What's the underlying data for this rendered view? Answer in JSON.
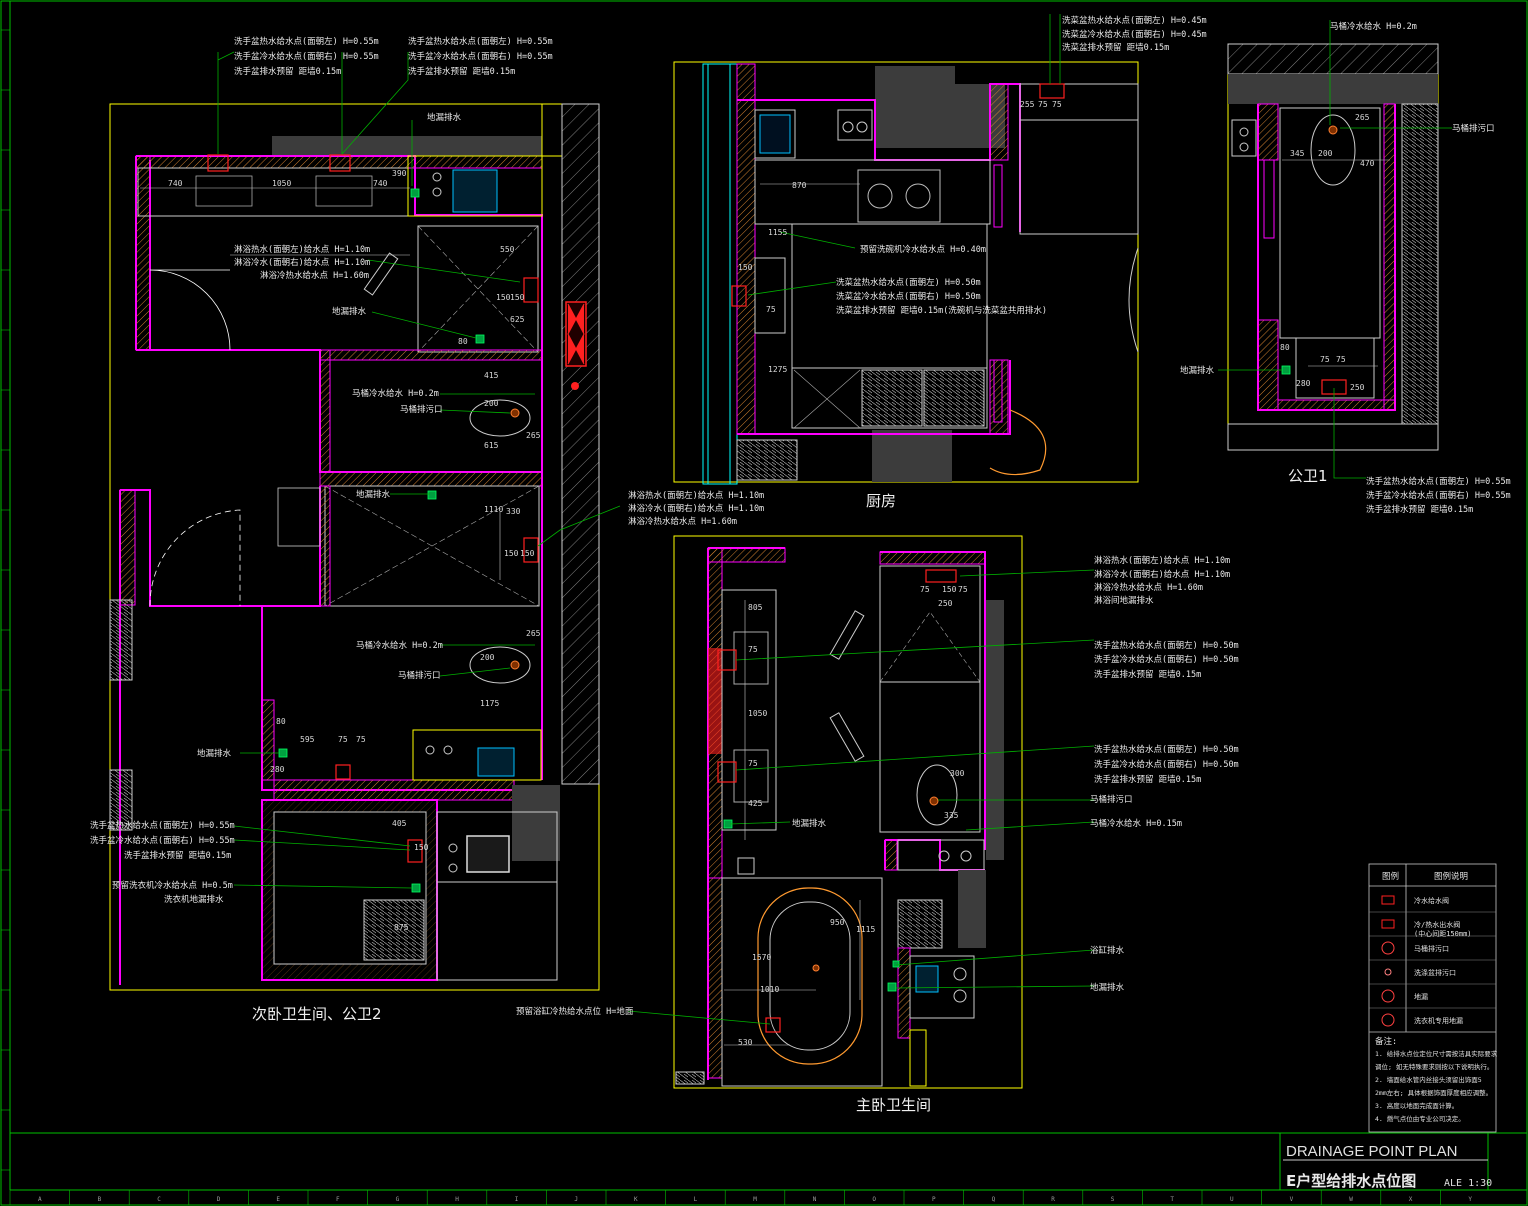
{
  "drawing": {
    "title_en": "DRAINAGE POINT PLAN",
    "title_cn": "E户型给排水点位图",
    "scale": "ALE 1:30"
  },
  "rooms": {
    "secondary_bath": "次卧卫生间、公卫2",
    "kitchen": "厨房",
    "public_bath1": "公卫1",
    "master_bath": "主卧卫生间"
  },
  "annotations": {
    "sb_basin_left": [
      "洗手盆热水给水点(面朝左) H=0.55m",
      "洗手盆冷水给水点(面朝右) H=0.55m",
      "洗手盆排水预留 距墙0.15m"
    ],
    "sb_basin_right": [
      "洗手盆热水给水点(面朝左) H=0.55m",
      "洗手盆冷水给水点(面朝右) H=0.55m",
      "洗手盆排水预留 距墙0.15m"
    ],
    "sb_floor_drain_top": "地漏排水",
    "sb_shower": [
      "淋浴热水(面朝左)给水点 H=1.10m",
      "淋浴冷水(面朝右)给水点 H=1.10m",
      "淋浴冷热水给水点 H=1.60m"
    ],
    "sb_floor_drain_mid": "地漏排水",
    "sb_toilet_cold": "马桶冷水给水 H=0.2m",
    "sb_toilet_drain": "马桶排污口",
    "sb_floor_drain_2": "地漏排水",
    "sb_shower2": [
      "淋浴热水(面朝左)给水点 H=1.10m",
      "淋浴冷水(面朝右)给水点 H=1.10m",
      "淋浴冷热水给水点 H=1.60m"
    ],
    "sb_toilet2_cold": "马桶冷水给水 H=0.2m",
    "sb_toilet2_drain": "马桶排污口",
    "sb_floor_drain_3": "地漏排水",
    "sb_basin_bottom": [
      "洗手盆热水给水点(面朝左) H=0.55m",
      "洗手盆冷水给水点(面朝右) H=0.55m",
      "洗手盆排水预留 距墙0.15m"
    ],
    "sb_washer": [
      "预留洗衣机冷水给水点 H=0.5m",
      "洗衣机地漏排水"
    ],
    "k_sink_top": [
      "洗菜盆热水给水点(面朝左) H=0.45m",
      "洗菜盆冷水给水点(面朝右) H=0.45m",
      "洗菜盆排水预留 距墙0.15m"
    ],
    "k_dishwasher": "预留洗碗机冷水给水点 H=0.40m",
    "k_sink": [
      "洗菜盆热水给水点(面朝左) H=0.50m",
      "洗菜盆冷水给水点(面朝右) H=0.50m",
      "洗菜盆排水预留 距墙0.15m(洗碗机与洗菜盆共用排水)"
    ],
    "pb1_toilet_cold": "马桶冷水给水 H=0.2m",
    "pb1_toilet_drain": "马桶排污口",
    "pb1_floor_drain": "地漏排水",
    "pb1_basin": [
      "洗手盆热水给水点(面朝左) H=0.55m",
      "洗手盆冷水给水点(面朝右) H=0.55m",
      "洗手盆排水预留 距墙0.15m"
    ],
    "mb_shower": [
      "淋浴热水(面朝左)给水点 H=1.10m",
      "淋浴冷水(面朝右)给水点 H=1.10m",
      "淋浴冷热水给水点 H=1.60m",
      "淋浴间地漏排水"
    ],
    "mb_basin1": [
      "洗手盆热水给水点(面朝左) H=0.50m",
      "洗手盆冷水给水点(面朝右) H=0.50m",
      "洗手盆排水预留 距墙0.15m"
    ],
    "mb_basin2": [
      "洗手盆热水给水点(面朝左) H=0.50m",
      "洗手盆冷水给水点(面朝右) H=0.50m",
      "洗手盆排水预留 距墙0.15m"
    ],
    "mb_toilet_drain": "马桶排污口",
    "mb_toilet_cold": "马桶冷水给水 H=0.15m",
    "mb_floor_drain_left": "地漏排水",
    "mb_tub_drain": "浴缸排水",
    "mb_floor_drain_right": "地漏排水",
    "mb_tub_supply": "预留浴缸冷热给水点位 H=地面"
  },
  "dims": {
    "sb": [
      "740",
      "1050",
      "740",
      "390",
      "550",
      "150",
      "150",
      "625",
      "80",
      "415",
      "200",
      "265",
      "615",
      "1110",
      "330",
      "150",
      "150",
      "265",
      "200",
      "1175",
      "595",
      "280",
      "80",
      "75",
      "75",
      "405",
      "875",
      "150"
    ],
    "k": [
      "870",
      "1155",
      "150",
      "75",
      "1275",
      "255",
      "75",
      "75"
    ],
    "pb1": [
      "345",
      "200",
      "470",
      "265",
      "75",
      "75",
      "280",
      "80",
      "250"
    ],
    "mb": [
      "805",
      "75",
      "1050",
      "75",
      "425",
      "75",
      "150",
      "75",
      "250",
      "300",
      "335",
      "950",
      "1115",
      "1570",
      "1010",
      "530"
    ]
  },
  "legend": {
    "header": [
      "图例",
      "图例说明"
    ],
    "items": [
      "冷水给水阀",
      "冷/热水出水阀\n(中心间距150mm)",
      "马桶排污口",
      "洗涤盆排污口",
      "地漏",
      "洗衣机专用地漏"
    ],
    "notes_title": "备注:",
    "notes": [
      "1. 给排水点位定位尺寸需按洁具实际要求",
      "   调位; 如无特殊要求则按以下说明执行。",
      "2. 墙面给水管内丝接头须留出饰面5",
      "   2mm左右; 具体根据饰面厚度相应调整。",
      "3. 高度以地面完成面计算。",
      "4. 燃气点位由专业公司决定。"
    ]
  },
  "colors": {
    "wall": "#ff00ff",
    "outline": "#ffff00",
    "furniture": "#cfcfcf",
    "leader": "#00c000",
    "fixture": "#ff2020",
    "hatch": "#ff9a30",
    "glass": "#00ffff"
  },
  "ruler": {
    "letters": [
      "A",
      "B",
      "C",
      "D",
      "E",
      "F",
      "G",
      "H",
      "I",
      "J",
      "K",
      "L",
      "M",
      "N",
      "O",
      "P",
      "Q",
      "R",
      "S",
      "T",
      "U",
      "V",
      "W",
      "X",
      "Y"
    ]
  }
}
